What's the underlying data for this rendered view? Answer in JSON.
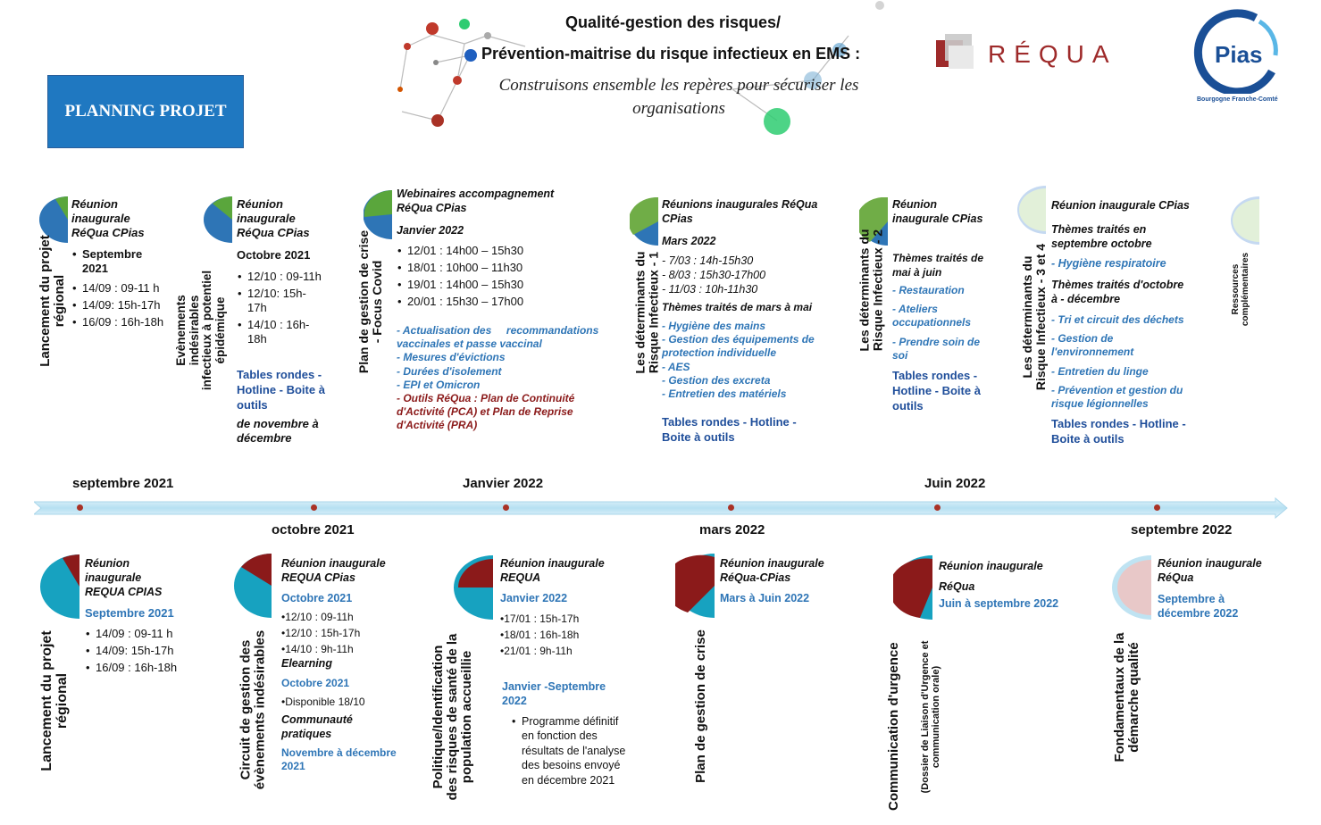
{
  "header": {
    "title_line1": "Qualité-gestion des risques/",
    "title_line2": "Prévention-maitrise du risque infectieux en EMS :",
    "subtitle": "Construisons ensemble les repères pour sécuriser les organisations",
    "planning_label": "PLANNING PROJET",
    "requa_logo_text": "RÉQUA",
    "cpias_logo_text": "Pias",
    "cpias_logo_region": "Bourgogne Franche-Comté"
  },
  "colors": {
    "top_pie_main": "#2e75b6",
    "top_pie_slice": "#5aa63c",
    "bottom_pie_main": "#17a2c0",
    "bottom_pie_slice": "#8b1a1a",
    "timeline": "#bde4f4"
  },
  "timeline": {
    "top_months": [
      "septembre 2021",
      "Janvier 2022",
      "Juin 2022"
    ],
    "bottom_months": [
      "octobre 2021",
      "mars 2022",
      "septembre 2022"
    ]
  },
  "top": {
    "c1": {
      "vlabel": "Lancement du projet\nrégional",
      "title": "Réunion\ninaugurale\nRéQua CPias",
      "bullet_head": "Septembre\n2021",
      "bullets": [
        "14/09 : 09-11 h",
        "14/09:  15h-17h",
        "16/09 : 16h-18h"
      ]
    },
    "c2": {
      "vlabel": "Evènements\nindésirables\ninfectieux à potentiel\népidémique",
      "title": "Réunion\ninaugurale\nRéQua CPias",
      "month": "Octobre 2021",
      "bullets": [
        "12/10 : 09-11h",
        "12/10: 15h-\n17h",
        "14/10 : 16h-\n18h"
      ],
      "tables": "Tables rondes -\nHotline - Boite à\noutils",
      "period": "de novembre à\ndécembre"
    },
    "c3": {
      "vlabel": "Plan de gestion de crise\n- Focus Covid",
      "title": "Webinaires accompagnement\nRéQua CPias",
      "month": "Janvier 2022",
      "bullets": [
        "12/01 : 14h00 – 15h30",
        "18/01 : 10h00 – 11h30",
        "19/01 : 14h00 – 15h30",
        "20/01 : 15h30 – 17h00"
      ],
      "topics": [
        "- Actualisation des     recommandations",
        "vaccinales et passe vaccinal",
        "- Mesures d'évictions",
        "- Durées d'isolement",
        "- EPI et Omicron"
      ],
      "topics_red": "- Outils RéQua : Plan de Continuité\nd'Activité (PCA) et Plan de Reprise\nd'Activité (PRA)"
    },
    "c4": {
      "vlabel": "Les déterminants du\nRisque Infectieux - 1",
      "title": "Réunions inaugurales RéQua\nCPias",
      "month": "Mars 2022",
      "dates": [
        "- 7/03 : 14h-15h30",
        "- 8/03 : 15h30-17h00",
        "- 11/03 : 10h-11h30"
      ],
      "themes": "Thèmes traités de mars à mai",
      "topics": [
        "- Hygiène des mains",
        "- Gestion des équipements de\nprotection individuelle",
        "- AES",
        "- Gestion des excreta",
        "- Entretien des matériels"
      ],
      "tables": "Tables rondes - Hotline -\nBoite à outils"
    },
    "c5": {
      "vlabel": "Les déterminants du\nRisque Infectieux - 2",
      "title": "Réunion\ninaugurale CPias",
      "themes": "Thèmes traités de\nmai à juin",
      "topics": [
        "- Restauration",
        "- Ateliers\noccupationnels",
        "- Prendre soin de\nsoi"
      ],
      "tables": "Tables rondes -\nHotline - Boite à\noutils"
    },
    "c6": {
      "vlabel": "Les déterminants du\nRisque Infectieux - 3 et 4",
      "title": "Réunion inaugurale CPias",
      "themes1": "Thèmes traités en\nseptembre octobre",
      "topic1": "- Hygiène respiratoire",
      "themes2": "Thèmes traités d'octobre\nà - décembre",
      "topics2": [
        "- Tri et circuit des déchets",
        "- Gestion de\nl'environnement",
        "- Entretien du linge",
        "- Prévention et gestion du\nrisque légionnelles"
      ],
      "tables": "Tables rondes - Hotline -\nBoite à outils"
    },
    "c7": {
      "vlabel": "Ressources\ncomplémentaires"
    }
  },
  "bottom": {
    "c1": {
      "vlabel": "Lancement du projet\nrégional",
      "title": "Réunion\ninaugurale\nREQUA CPIAS",
      "month": "Septembre 2021",
      "bullets": [
        "14/09 : 09-11 h",
        "14/09:  15h-17h",
        "16/09 : 16h-18h"
      ]
    },
    "c2": {
      "vlabel": "Circuit de gestion des\névènements indésirables",
      "title": "Réunion inaugurale\nREQUA CPias",
      "month": "Octobre 2021",
      "bullets": [
        "•12/10 : 09-11h",
        "•12/10 : 15h-17h",
        "•14/10 : 9h-11h"
      ],
      "elearning": "Elearning",
      "elearning_month": "Octobre 2021",
      "dispo": "•Disponible 18/10",
      "community": "Communauté\npratiques",
      "community_period": "Novembre à décembre\n2021"
    },
    "c3": {
      "vlabel": "Politique/Identification\ndes risques de santé de la\npopulation accueillie",
      "title": "Réunion inaugurale\nREQUA",
      "month": "Janvier 2022",
      "bullets": [
        "•17/01 : 15h-17h",
        "•18/01 : 16h-18h",
        "•21/01 : 9h-11h"
      ],
      "period": "Janvier -Septembre\n2022",
      "program": "Programme définitif\nen fonction des\nrésultats de l'analyse\ndes besoins envoyé\nen décembre 2021"
    },
    "c4": {
      "vlabel": "Plan de gestion de crise",
      "title": "Réunion inaugurale\nRéQua-CPias",
      "period": "Mars à Juin 2022"
    },
    "c5": {
      "vlabel": "Communication d'urgence",
      "vlabel_small": "(Dossier de Liaison d'Urgence et\ncommunication orale)",
      "title": "Réunion inaugurale\nRéQua",
      "period": "Juin à septembre 2022"
    },
    "c6": {
      "vlabel": "Fondamentaux de la\ndémarche qualité",
      "title": "Réunion  inaugurale\nRéQua",
      "period": "Septembre à\ndécembre 2022"
    }
  }
}
